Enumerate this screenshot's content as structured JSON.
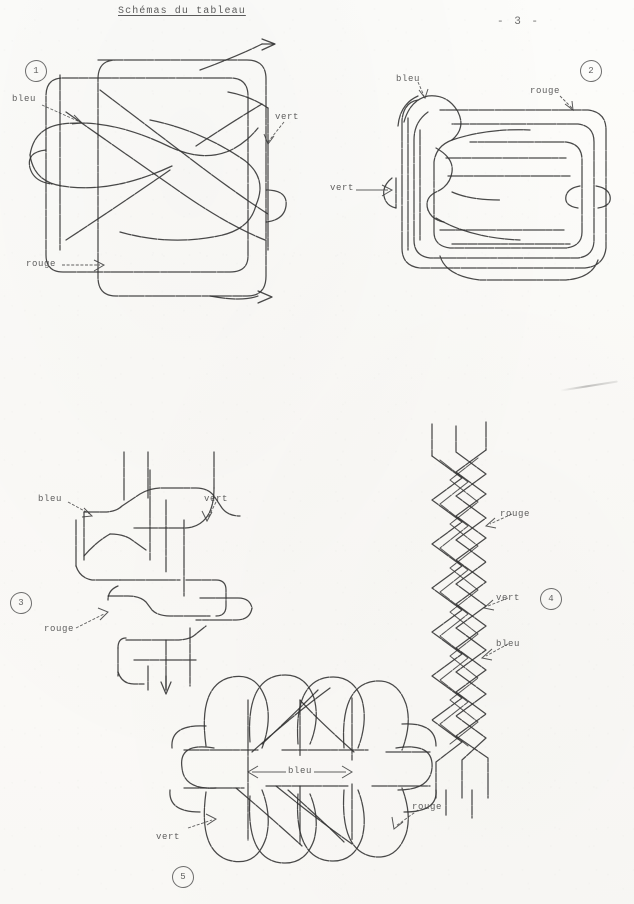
{
  "document": {
    "title": "Schémas du tableau",
    "page_number": "- 3 -",
    "type": "scanned handwritten knot diagram page"
  },
  "figures": [
    {
      "number": "1",
      "kind": "interlocking-loops-with-arrows",
      "labels": [
        {
          "text": "bleu",
          "position": "left"
        },
        {
          "text": "vert",
          "position": "right"
        },
        {
          "text": "rouge",
          "position": "bottom-left"
        }
      ]
    },
    {
      "number": "2",
      "kind": "nested-rounded-rectangular-loops",
      "labels": [
        {
          "text": "bleu",
          "position": "top-left"
        },
        {
          "text": "rouge",
          "position": "top-right"
        },
        {
          "text": "vert",
          "position": "left"
        }
      ]
    },
    {
      "number": "3",
      "kind": "angular-woven-braid",
      "labels": [
        {
          "text": "bleu",
          "position": "top-left"
        },
        {
          "text": "vert",
          "position": "top-right"
        },
        {
          "text": "rouge",
          "position": "left"
        }
      ]
    },
    {
      "number": "4",
      "kind": "three-strand-vertical-braid",
      "labels": [
        {
          "text": "rouge",
          "position": "upper-right"
        },
        {
          "text": "vert",
          "position": "middle-right"
        },
        {
          "text": "bleu",
          "position": "lower-right"
        }
      ]
    },
    {
      "number": "5",
      "kind": "turks-head-woven-knot",
      "labels": [
        {
          "text": "bleu",
          "position": "center",
          "arrows": "double"
        },
        {
          "text": "rouge",
          "position": "right"
        },
        {
          "text": "vert",
          "position": "left"
        }
      ]
    }
  ],
  "colors": {
    "ink": "#303030",
    "paper": "#fbfaf7",
    "text": "#3b3b3b"
  }
}
